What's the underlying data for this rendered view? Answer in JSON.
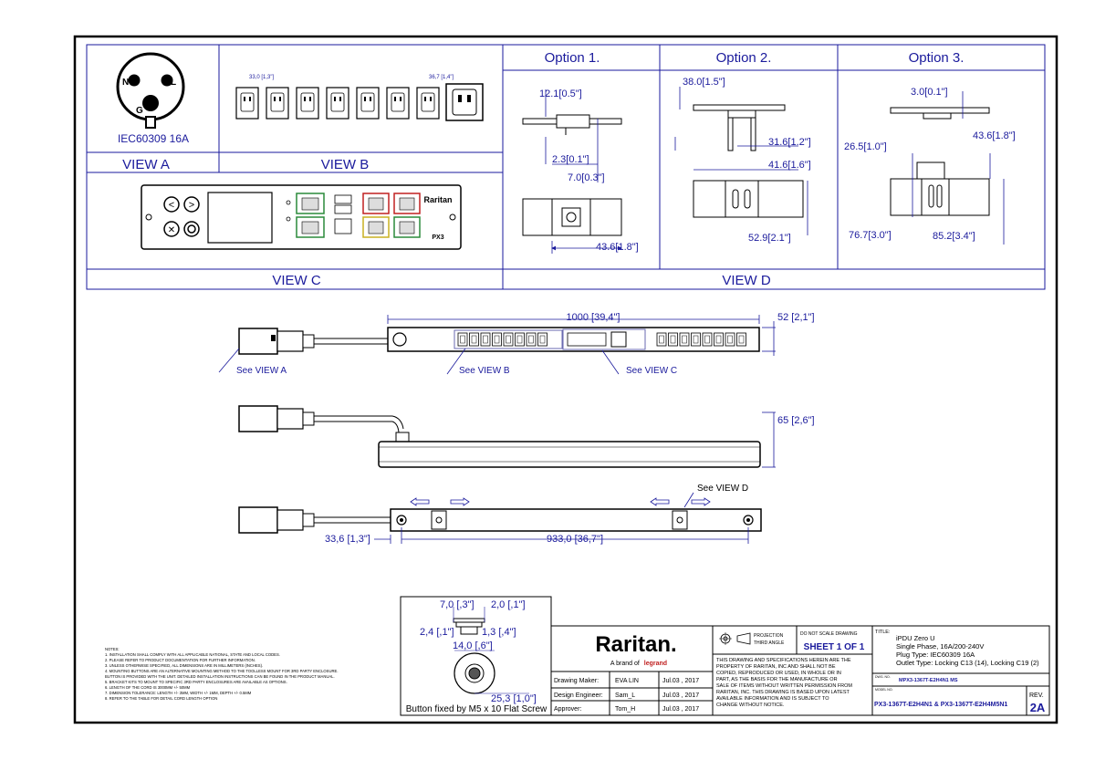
{
  "views": {
    "a_caption": "VIEW A",
    "a_plug_standard": "IEC60309 16A",
    "a_pin_n": "N",
    "a_pin_l": "L",
    "a_pin_g": "G",
    "b_caption": "VIEW B",
    "b_dim_left": "33,0 [1,3\"]",
    "b_dim_right": "36,7 [1,4\"]",
    "c_caption": "VIEW C",
    "c_brand": "Raritan",
    "c_model_badge": "PX3",
    "d_caption": "VIEW D"
  },
  "options": {
    "opt1": {
      "title": "Option 1.",
      "dims": [
        "12.1[0.5\"]",
        "2.3[0.1\"]",
        "7.0[0.3\"]",
        "43.6[1.8\"]"
      ]
    },
    "opt2": {
      "title": "Option  2.",
      "dims": [
        "38.0[1.5\"]",
        "31.6[1.2\"]",
        "41.6[1.6\"]",
        "52.9[2.1\"]"
      ]
    },
    "opt3": {
      "title": "Option 3.",
      "dims": [
        "3.0[0.1\"]",
        "26.5[1.0\"]",
        "43.6[1.8\"]",
        "76.7[3.0\"]",
        "85.2[3.4\"]"
      ]
    }
  },
  "main": {
    "length_dim": "1000 [39,4\"]",
    "width_dim": "52 [2,1\"]",
    "depth_dim": "65 [2,6\"]",
    "see_view_a": "See VIEW A",
    "see_view_b": "See VIEW B",
    "see_view_c": "See VIEW C",
    "see_view_d": "See VIEW D",
    "offset_dim": "33,6 [1,3\"]",
    "mount_dim": "933,0 [36,7\"]"
  },
  "screw": {
    "dims": [
      "7,0 [,3\"]",
      "2,0 [,1\"]",
      "2,4 [,1\"]",
      "1,3 [,4\"]",
      "14,0 [,6\"]",
      "25,3 [1,0\"]"
    ],
    "caption": "Button fixed by M5 x 10 Flat Screw"
  },
  "notes": {
    "heading": "NOTES:",
    "lines": [
      "1. INSTALLATION SHALL COMPLY WITH ALL APPLICABLE NATIONAL, STATE AND LOCAL CODES.",
      "2. PLEASE REFER TO PRODUCT DOCUMENTATION FOR FURTHER INFORMATION.",
      "3. UNLESS OTHERWISE SPECIFIED, ALL DIMENSIONS ARE IN MILLIMETERS (INCHES).",
      "4. MOUNTING BUTTONS ARE AN ALTERNATIVE MOUNTING METHOD TO THE TOOLLESS MOUNT FOR 3RD PARTY ENCLOSURE.",
      "   BUTTON IS PROVIDED WITH THE UNIT. DETAILED INSTALLATION INSTRUCTIONS CAN BE FOUND IN THE PRODUCT MANUAL.",
      "5. BRACKET KITS TO MOUNT TO SPECIFIC 3RD PARTY ENCLOSURES ARE AVAILABLE AS OPTIONS.",
      "6. LENGTH OF THE CORD IS 3000MM +/- 50MM",
      "7. DIMENSION TOLERANCE: LENGTH +/- 3MM, WIDTH +/- 1MM, DEPTH +/- 0.5MM",
      "8. REFER TO THE TABLE FOR DETAIL CORD LENGTH OPTION"
    ]
  },
  "title_block": {
    "logo": "Raritan.",
    "logo_sub": "A brand of",
    "logo_sub_brand": "legrand",
    "rows": [
      {
        "role": "Drawing Maker:",
        "name": "EVA LIN",
        "date": "Jul.03 , 2017"
      },
      {
        "role": "Design Engineer:",
        "name": "Sam_L",
        "date": "Jul.03 , 2017"
      },
      {
        "role": "Approver:",
        "name": "Tom_H",
        "date": "Jul.03 , 2017"
      }
    ],
    "projection": "PROJECTION\nTHIRD ANGLE",
    "projection_l1": "PROJECTION",
    "projection_l2": "THIRD ANGLE",
    "do_not_scale": "DO NOT SCALE DRAWING",
    "sheet": "SHEET 1 OF 1",
    "disclaimer": [
      "THIS DRAWING AND SPECIFICATIONS HEREIN ARE THE",
      "PROPERTY OF RARITAN, INC AND SHALL NOT BE",
      "COPIED, REPRODUCED OR USED, IN WHOLE OR IN",
      "PART, AS THE BASIS FOR THE MANUFACTURE OR",
      "SALE OF ITEMS WITHOUT WRITTEN PERMISSION FROM",
      "RARITAN, INC. THIS DRAWING IS BASED UPON LATEST",
      "AVAILABLE INFORMATION AND IS SUBJECT TO",
      "CHANGE WITHOUT NOTICE."
    ],
    "title_label": "TITLE:",
    "title_lines": [
      "iPDU Zero U",
      "Single Phase, 16A/200-240V",
      "Plug Type: IEC60309 16A",
      "Outlet Type: Locking C13 (14), Locking C19 (2)"
    ],
    "dwg_label": "DWG. NO.",
    "dwg_no": "MPX3-1367T-E2H4N1 MS",
    "model_label": "MODEL NO.",
    "model_no": "PX3-1367T-E2H4N1 & PX3-1367T-E2H4M5N1",
    "rev_label": "REV.",
    "rev": "2A"
  }
}
